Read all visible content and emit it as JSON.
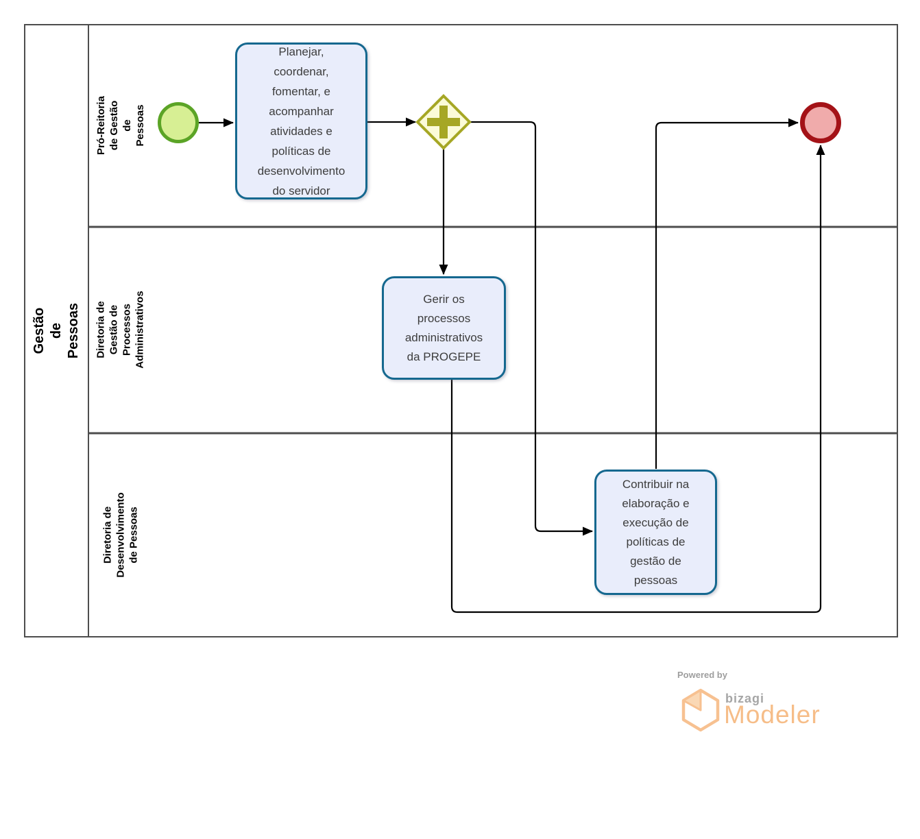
{
  "pool": {
    "title": "Gestão de Pessoas",
    "lanes": [
      {
        "label": "Pró-Reitoria de Gestão de\nPessoas"
      },
      {
        "label": "Diretoria de Gestão de\nProcessos Administrativos"
      },
      {
        "label": "Diretoria de Desenvolvimento\nde Pessoas"
      }
    ]
  },
  "nodes": {
    "start_event": {
      "type": "start-event"
    },
    "task_planejar": {
      "label": "Planejar,\ncoordenar,\nfomentar, e\nacompanhar\natividades e\npolíticas de\ndesenvolvimento\ndo servidor"
    },
    "gateway_parallel": {
      "type": "parallel-gateway"
    },
    "task_gerir": {
      "label": "Gerir os\nprocessos\nadministrativos\nda PROGEPE"
    },
    "task_contribuir": {
      "label": "Contribuir na\nelaboração e\nexecução de\npolíticas de\ngestão de\npessoas"
    },
    "end_event": {
      "type": "end-event"
    }
  },
  "colors": {
    "task_fill": "#e9edfb",
    "task_border": "#15688f",
    "start_fill": "#d7ef94",
    "start_border": "#5ba426",
    "end_fill": "#f0abab",
    "end_border": "#a41217",
    "gateway_fill": "#fbfbd8",
    "gateway_border": "#a6a725",
    "connector": "#000000",
    "pool_border": "#4d4d4d",
    "brand_orange": "#f6bd88",
    "brand_gray": "#a6a6a6"
  },
  "branding": {
    "powered_by": "Powered by",
    "brand": "bizagi",
    "product": "Modeler"
  }
}
